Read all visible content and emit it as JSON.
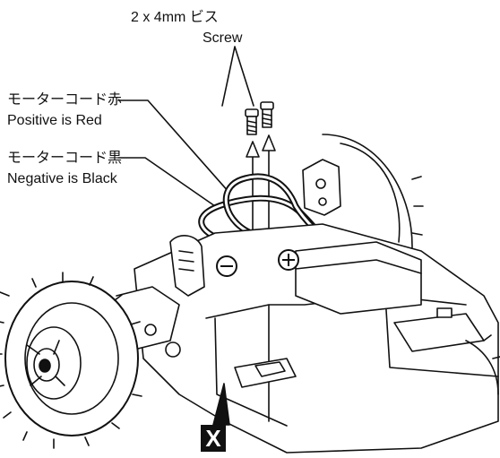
{
  "labels": {
    "screw_size_ja": "2 x 4mm ビス",
    "screw_en": "Screw",
    "red_cord_ja": "モーターコード赤",
    "red_cord_en": "Positive is Red",
    "black_cord_ja": "モーターコード黒",
    "black_cord_en": "Negative is Black",
    "negative_symbol": "⊖",
    "positive_symbol": "⊕",
    "step_mark": "X"
  },
  "colors": {
    "line": "#111111",
    "fill": "#ffffff",
    "shade": "#d9d9d9"
  }
}
